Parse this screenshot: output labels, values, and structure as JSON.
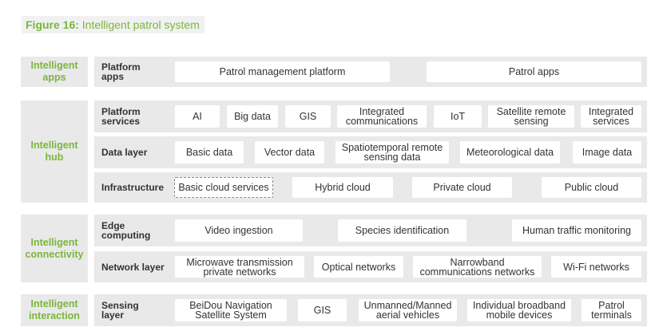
{
  "title": {
    "prefix": "Figure 16:",
    "text": " Intelligent patrol system"
  },
  "sections": {
    "apps": "Intelligent\napps",
    "hub": "Intelligent\nhub",
    "connectivity": "Intelligent\nconnectivity",
    "interaction": "Intelligent\ninteraction"
  },
  "rows": {
    "platform_apps": {
      "label": "Platform\napps",
      "items": [
        "Patrol management platform",
        "Patrol apps"
      ]
    },
    "platform_services": {
      "label": "Platform\nservices",
      "items": [
        "AI",
        "Big data",
        "GIS",
        "Integrated\ncommunications",
        "IoT",
        "Satellite remote\nsensing",
        "Integrated\nservices"
      ]
    },
    "data_layer": {
      "label": "Data layer",
      "items": [
        "Basic data",
        "Vector data",
        "Spatiotemporal remote\nsensing data",
        "Meteorological data",
        "Image data"
      ]
    },
    "infrastructure": {
      "label": "Infrastructure",
      "items": [
        "Basic cloud services",
        "Hybrid cloud",
        "Private cloud",
        "Public cloud"
      ]
    },
    "edge_computing": {
      "label": "Edge\ncomputing",
      "items": [
        "Video ingestion",
        "Species identification",
        "Human traffic monitoring"
      ]
    },
    "network_layer": {
      "label": "Network layer",
      "items": [
        "Microwave transmission\nprivate networks",
        "Optical networks",
        "Narrowband\ncommunications networks",
        "Wi-Fi networks"
      ]
    },
    "sensing_layer": {
      "label": "Sensing\nlayer",
      "items": [
        "BeiDou Navigation\nSatellite System",
        "GIS",
        "Unmanned/Manned\naerial vehicles",
        "Individual broadband\nmobile devices",
        "Patrol\nterminals"
      ]
    }
  },
  "colors": {
    "accent": "#7ab63b",
    "panel": "#e9e9e9",
    "cell": "#ffffff",
    "text": "#333333"
  }
}
